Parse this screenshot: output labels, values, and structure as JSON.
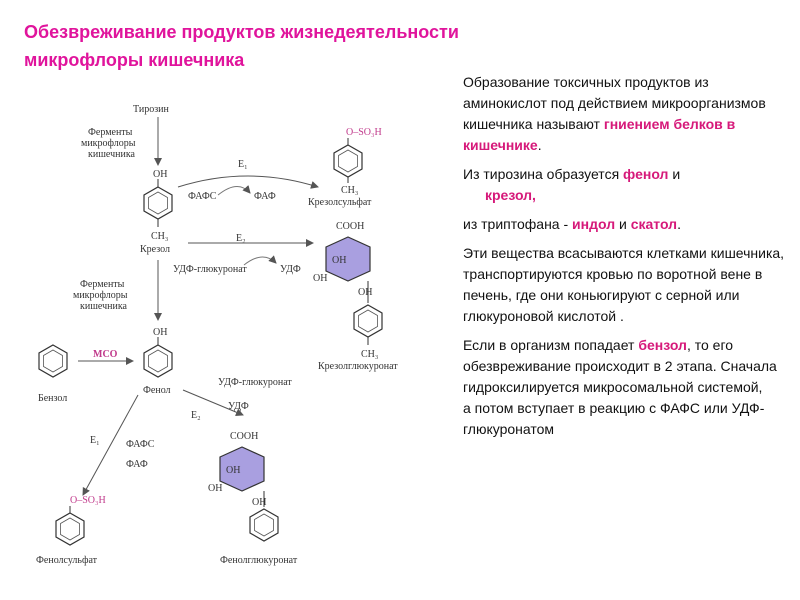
{
  "title": {
    "line1": "Обезвреживание продуктов жизнедеятельности",
    "line2": "микрофлоры кишечника"
  },
  "scheme": {
    "tyrosine": "Тирозин",
    "enzymes1": [
      "Ферменты",
      "микрофлоры",
      "кишечника"
    ],
    "oh": "OH",
    "e1": "E₁",
    "fafs": "ФАФС",
    "faf": "ФАФ",
    "oso3h": "O–SO₃H",
    "ch3": "CH₃",
    "cresolsulfate": "Крезолсульфат",
    "cresol": "Крезол",
    "e2": "E₂",
    "udpgluc": "УДФ-глюкуронат",
    "udp": "УДФ",
    "cooh": "COOH",
    "enzymes2": [
      "Ферменты",
      "микрофлоры",
      "кишечника"
    ],
    "cresolglucuronate": "Крезолглюкуронат",
    "mco": "МСО",
    "benzene": "Бензол",
    "phenol": "Фенол",
    "phenolsulfate": "Фенолсульфат",
    "phenolglucuronate": "Фенолглюкуронат"
  },
  "text": {
    "p1_a": "Образование токсичных продуктов из аминокислот под действием микроорганизмов кишечника называют ",
    "p1_hl": "гниением белков в кишечнике",
    "p1_end": ".",
    "p2_a": "Из тирозина образуется ",
    "p2_phenol": "фенол",
    "p2_and": " и",
    "p2_cresol": "крезол,",
    "p3_a": "из триптофана  -   ",
    "p3_indol": "индол",
    "p3_and": " и ",
    "p3_skatol": "скатол",
    "p3_end": ".",
    "p4": "Эти вещества всасываются клетками кишечника, транспортируются кровью по воротной вене в печень, где они коньюгируют с серной или глюкуроновой кислотой .",
    "p5_a": "Если в организм попадает ",
    "p5_hl": "бензол",
    "p5_b": ", то его обезвреживание происходит в 2 этапа. Сначала гидроксилируется микросомальной системой,",
    "p5_c": "а потом вступает в реакцию с ФАФС или УДФ-глюкуронатом"
  }
}
